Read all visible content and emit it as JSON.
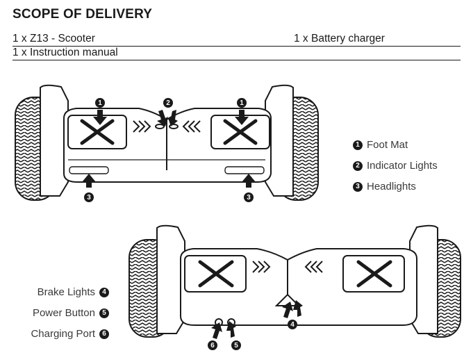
{
  "header": {
    "title": "SCOPE OF DELIVERY"
  },
  "items": {
    "scooter": "1 x  Z13 - Scooter",
    "charger": "1 x Battery charger",
    "manual": "1 x Instruction manual"
  },
  "legend_top": [
    {
      "num": "1",
      "label": "Foot Mat"
    },
    {
      "num": "2",
      "label": "Indicator Lights"
    },
    {
      "num": "3",
      "label": "Headlights"
    }
  ],
  "legend_bottom": [
    {
      "num": "4",
      "label": "Brake Lights"
    },
    {
      "num": "5",
      "label": "Power Button"
    },
    {
      "num": "6",
      "label": "Charging Port"
    }
  ],
  "callouts_top": [
    "1",
    "2",
    "1",
    "3",
    "3"
  ],
  "callouts_bottom": [
    "4",
    "6",
    "5"
  ],
  "colors": {
    "ink": "#1a1a1a",
    "text": "#3a3a3a"
  }
}
